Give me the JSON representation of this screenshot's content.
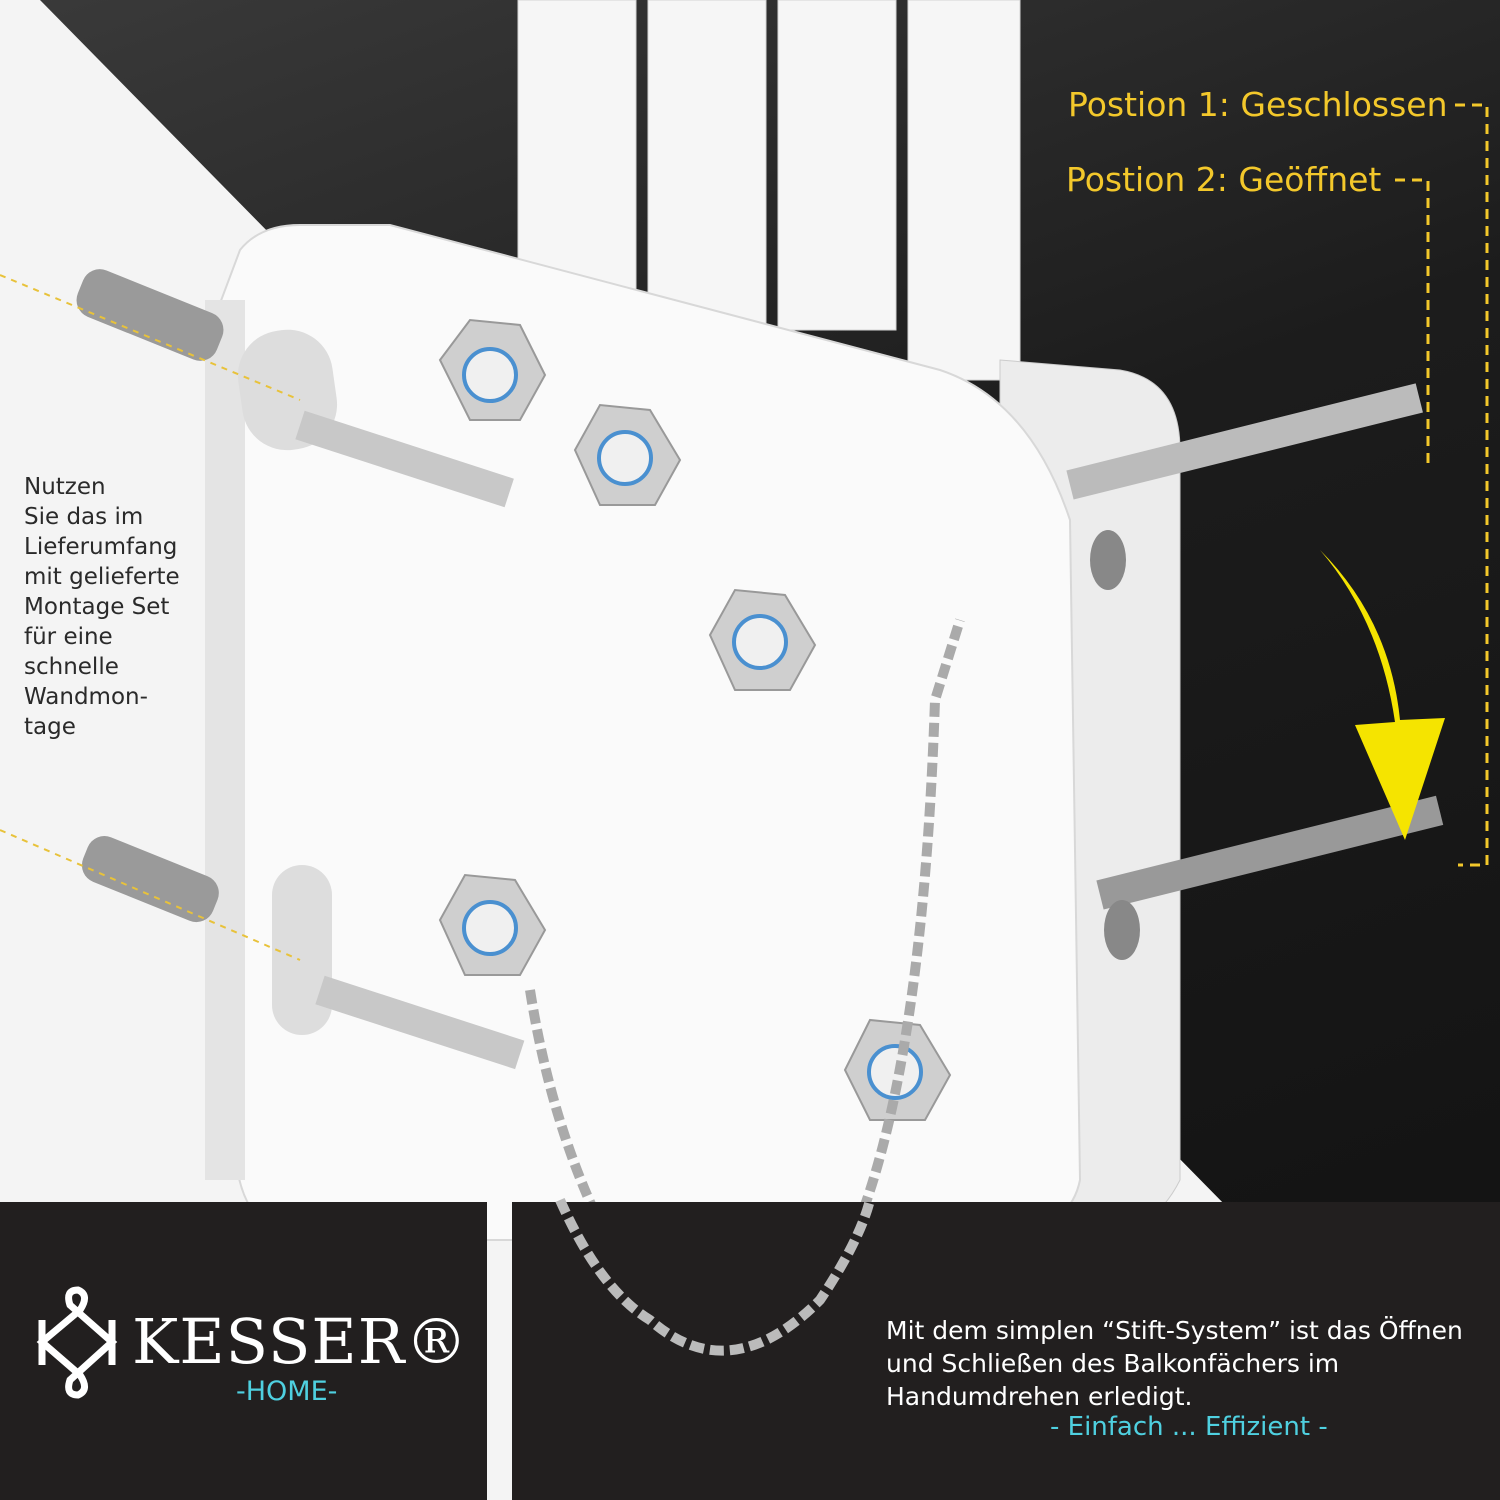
{
  "labels": {
    "position_1": "Postion 1: Geschlossen",
    "position_2": "Postion 2: Geöffnet"
  },
  "left_note": [
    "Nutzen",
    "Sie das im",
    "Lieferumfang",
    "mit gelieferte",
    "Montage Set",
    "für eine",
    "schnelle",
    "Wandmon-",
    "tage"
  ],
  "brand": {
    "name": "KESSER®",
    "sub": "-HOME-"
  },
  "description": {
    "lines": [
      "Mit dem simplen “Stift-System” ist das Öffnen",
      "und Schließen des Balkonfächers im",
      "Handumdrehen erledigt."
    ],
    "tagline": "- Einfach ... Effizient -"
  },
  "colors": {
    "accent_yellow": "#f3c82b",
    "accent_cyan": "#4fd0e0",
    "panel": "#221f1f"
  }
}
